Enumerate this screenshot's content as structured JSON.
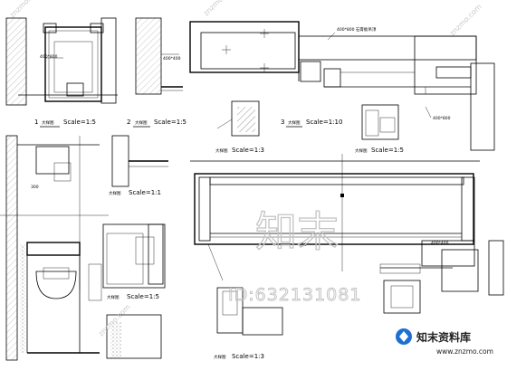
{
  "details": [
    {
      "id": "1",
      "title": "大样图",
      "scale": "Scale=1:5"
    },
    {
      "id": "2",
      "title": "大样图",
      "scale": "Scale=1:5"
    },
    {
      "id": "3",
      "title": "大样图",
      "scale": "Scale=1:10"
    },
    {
      "id": "small-a",
      "title": "大样图",
      "scale": "Scale=1:3"
    },
    {
      "id": "small-b",
      "title": "大样图",
      "scale": "Scale=1:5"
    },
    {
      "id": "left-mid",
      "title": "大样图",
      "scale": "Scale=1:1"
    },
    {
      "id": "bottom-mid",
      "title": "大样图",
      "scale": "Scale=1:5"
    },
    {
      "id": "bottom-center",
      "title": "大样图",
      "scale": "Scale=1:3"
    }
  ],
  "annotations": {
    "dim_400x800": "400*800",
    "dim_400x400": "400*400",
    "dim_400x800_right": "400*800",
    "dim_400x400_right": "400*400",
    "top_note": "400*800 石膏板吊顶",
    "dim_550": "550",
    "dim_300": "300"
  },
  "watermark": {
    "logo_text": "知末",
    "id_text": "ID:632131081",
    "site_repeat": "znzmo.com"
  },
  "brand": {
    "name": "知末资料库",
    "url": "www.znzmo.com"
  }
}
